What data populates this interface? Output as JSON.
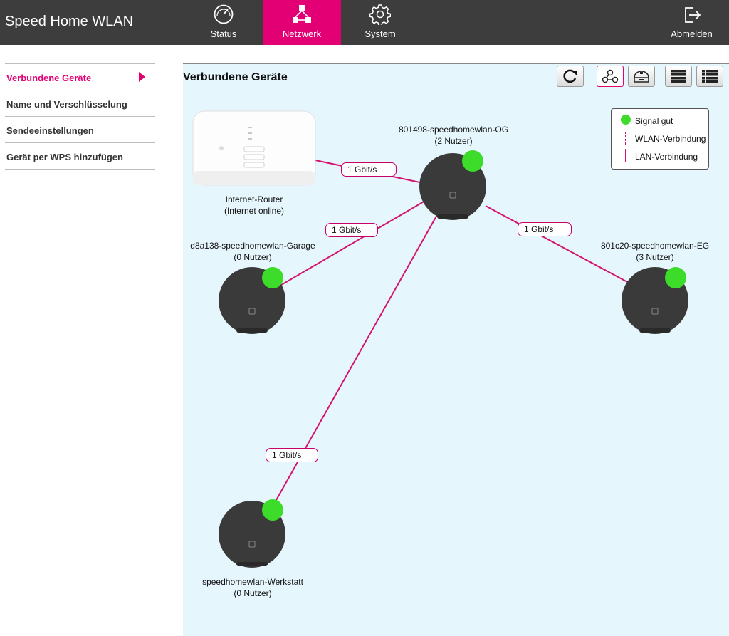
{
  "header": {
    "app_title": "Speed Home WLAN",
    "tabs": [
      {
        "label": "Status",
        "icon": "speedometer-icon"
      },
      {
        "label": "Netzwerk",
        "icon": "network-icon",
        "active": true
      },
      {
        "label": "System",
        "icon": "gear-icon"
      }
    ],
    "logout_label": "Abmelden",
    "logout_icon": "logout-icon"
  },
  "sidebar": {
    "items": [
      {
        "label": "Verbundene Geräte",
        "active": true
      },
      {
        "label": "Name und Verschlüsselung"
      },
      {
        "label": "Sendeeinstellungen"
      },
      {
        "label": "Gerät per WPS hinzufügen"
      }
    ]
  },
  "main": {
    "title": "Verbundene Geräte",
    "toolbar": [
      {
        "icon": "refresh-icon"
      },
      {
        "icon": "topology-view-icon",
        "active": true
      },
      {
        "icon": "device-view-icon"
      },
      {
        "icon": "list-view-icon"
      },
      {
        "icon": "detail-list-view-icon"
      }
    ],
    "legend": {
      "signal_good": "Signal gut",
      "wlan": "WLAN-Verbindung",
      "lan": "LAN-Verbindung"
    },
    "nodes": {
      "router": {
        "name": "Internet-Router",
        "status": "(Internet online)"
      },
      "og": {
        "name": "801498-speedhomewlan-OG",
        "users": "(2 Nutzer)"
      },
      "garage": {
        "name": "d8a138-speedhomewlan-Garage",
        "users": "(0 Nutzer)"
      },
      "eg": {
        "name": "801c20-speedhomewlan-EG",
        "users": "(3 Nutzer)"
      },
      "werkstatt": {
        "name": "speedhomewlan-Werkstatt",
        "users": "(0 Nutzer)"
      }
    },
    "links": {
      "router_og": "1 Gbit/s",
      "og_garage": "1 Gbit/s",
      "og_eg": "1 Gbit/s",
      "og_werkstatt": "1 Gbit/s"
    }
  },
  "colors": {
    "brand": "#e20074",
    "header_bg": "#3d3d3d",
    "canvas_bg": "#e6f6fd",
    "signal_good": "#3ddc2a",
    "mesh_device": "#3a3a3a"
  }
}
